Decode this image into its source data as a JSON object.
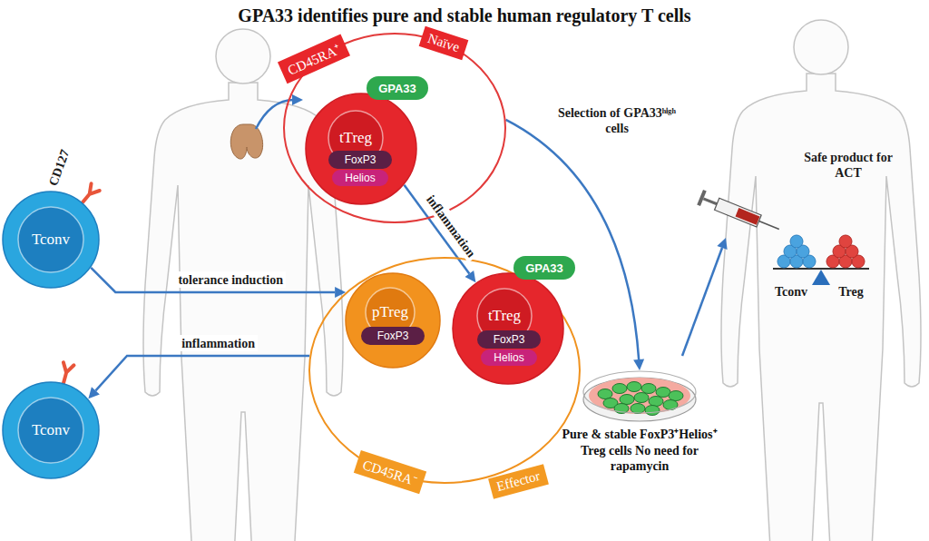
{
  "diagram": {
    "title": "GPA33 identifies pure and stable human regulatory T cells",
    "nodes": [
      {
        "text": [
          "CD45RA⁺",
          "Naïve"
        ]
      },
      {
        "text": [
          "tTreg"
        ],
        "in": 0
      },
      {
        "text": [
          "FoxP3"
        ],
        "in": 1
      },
      {
        "text": [
          "Helios"
        ],
        "in": 1
      },
      {
        "text": [
          "GPA33"
        ],
        "in": 1
      },
      {
        "text": [
          "Tconv"
        ]
      },
      {
        "text": [
          "CD45RA⁻",
          "Effector"
        ]
      },
      {
        "text": [
          "pTreg"
        ],
        "in": 6
      },
      {
        "text": [
          "FoxP3"
        ],
        "in": 7
      },
      {
        "text": [
          "tTreg"
        ],
        "in": 6
      },
      {
        "text": [
          "FoxP3"
        ],
        "in": 9
      },
      {
        "text": [
          "Helios"
        ],
        "in": 9
      },
      {
        "text": [
          "GPA33"
        ],
        "in": 9
      },
      {
        "text": [
          "Tconv"
        ]
      },
      {
        "text": [
          "Pure & stable FoxP3⁺Helios⁺ Treg cells No need for rapamycin"
        ]
      }
    ],
    "edges": [
      {
        "from": 1,
        "to": 9,
        "label": "inflammation",
        "arrow": "to"
      },
      {
        "from": 5,
        "to": 6,
        "label": "tolerance induction",
        "arrow": "to"
      },
      {
        "from": 6,
        "to": 13,
        "label": "inflammation",
        "arrow": "to"
      },
      {
        "from": 0,
        "to": 14,
        "label": "Selection of GPA33ʰⁱᵍʰ cells",
        "arrow": "to"
      }
    ],
    "labels": [
      "CD127",
      "Tconv",
      "Treg",
      "Safe product for ACT"
    ]
  }
}
